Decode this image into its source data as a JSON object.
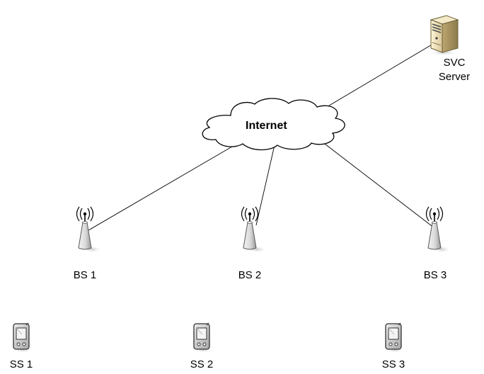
{
  "server": {
    "label_line1": "SVC",
    "label_line2": "Server",
    "icon": "server-tower-icon"
  },
  "internet": {
    "label": "Internet",
    "icon": "cloud-icon"
  },
  "base_stations": [
    {
      "label": "BS 1",
      "icon": "antenna-tower-icon"
    },
    {
      "label": "BS 2",
      "icon": "antenna-tower-icon"
    },
    {
      "label": "BS 3",
      "icon": "antenna-tower-icon"
    }
  ],
  "subscriber_stations": [
    {
      "label": "SS 1",
      "icon": "handheld-device-icon"
    },
    {
      "label": "SS 2",
      "icon": "handheld-device-icon"
    },
    {
      "label": "SS 3",
      "icon": "handheld-device-icon"
    }
  ],
  "connections": [
    {
      "from": "Internet",
      "to": "SVC Server"
    },
    {
      "from": "Internet",
      "to": "BS 1"
    },
    {
      "from": "Internet",
      "to": "BS 2"
    },
    {
      "from": "Internet",
      "to": "BS 3"
    }
  ]
}
